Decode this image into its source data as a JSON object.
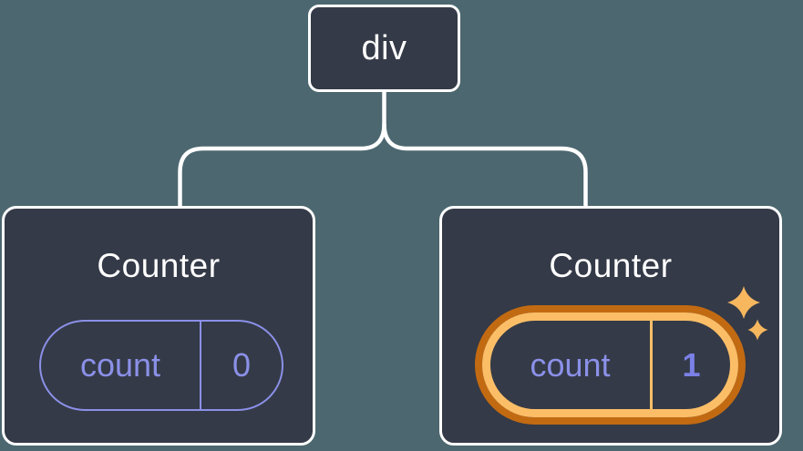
{
  "diagram": {
    "description": "React render tree: a div root with two Counter children; the second Counter's state was updated",
    "root": {
      "label": "div"
    },
    "children": [
      {
        "title": "Counter",
        "state": {
          "key": "count",
          "value": "0"
        },
        "highlighted": false
      },
      {
        "title": "Counter",
        "state": {
          "key": "count",
          "value": "1"
        },
        "highlighted": true
      }
    ]
  },
  "colors": {
    "page_background": "#4C676F",
    "node_background": "#343A47",
    "node_border": "#FFFFFF",
    "connector": "#FFFFFF",
    "state_purple": "#8B90E8",
    "state_value_bold_purple": "#7A80E6",
    "highlight_ring_dark_orange": "#C26A12",
    "highlight_ring_light_orange": "#FBBE67",
    "sparkle_orange": "#F7B75F"
  },
  "icons": {
    "sparkles": "sparkles-icon"
  }
}
